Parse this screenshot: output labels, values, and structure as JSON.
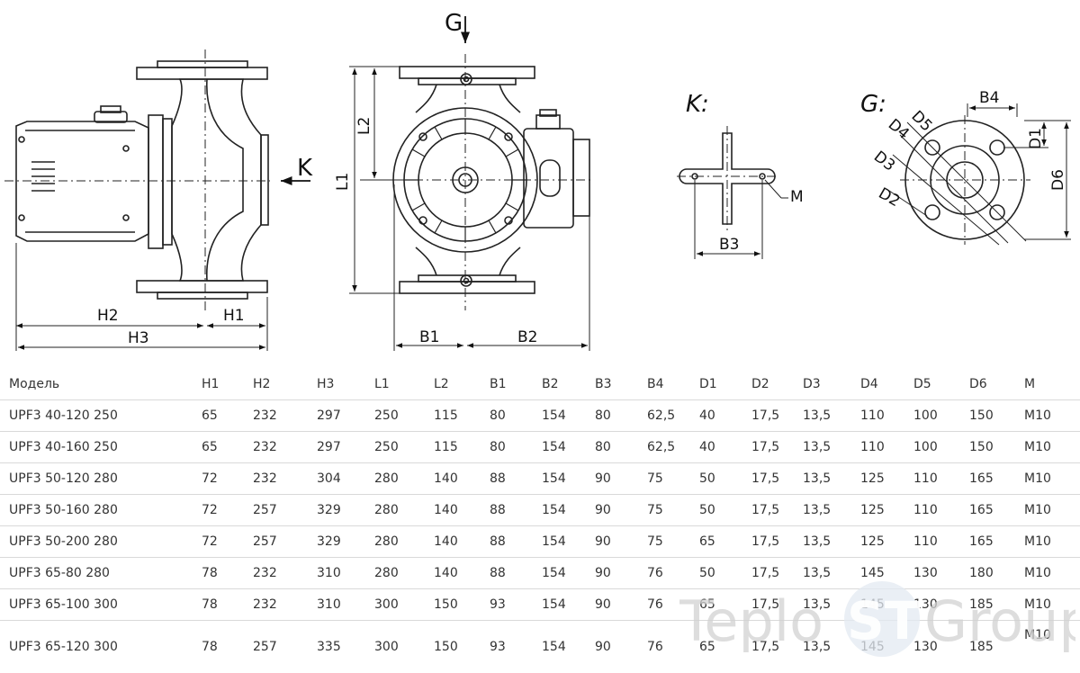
{
  "drawing": {
    "side_view": {
      "labels": {
        "h1": "H1",
        "h2": "H2",
        "h3": "H3",
        "k_arrow": "K"
      }
    },
    "front_view": {
      "labels": {
        "g_arrow": "G",
        "l1": "L1",
        "l2": "L2",
        "b1": "B1",
        "b2": "B2"
      }
    },
    "detail_k": {
      "title": "K:",
      "labels": {
        "b3": "B3",
        "m": "M"
      }
    },
    "detail_g": {
      "title": "G:",
      "labels": {
        "b4": "B4",
        "d1": "D1",
        "d2": "D2",
        "d3": "D3",
        "d4": "D4",
        "d5": "D5",
        "d6": "D6"
      }
    }
  },
  "table": {
    "headers": [
      "Модель",
      "H1",
      "H2",
      "H3",
      "L1",
      "L2",
      "B1",
      "B2",
      "B3",
      "B4",
      "D1",
      "D2",
      "D3",
      "D4",
      "D5",
      "D6",
      "M"
    ],
    "rows": [
      [
        "UPF3 40-120 250",
        "65",
        "232",
        "297",
        "250",
        "115",
        "80",
        "154",
        "80",
        "62,5",
        "40",
        "17,5",
        "13,5",
        "110",
        "100",
        "150",
        "M10"
      ],
      [
        "UPF3 40-160 250",
        "65",
        "232",
        "297",
        "250",
        "115",
        "80",
        "154",
        "80",
        "62,5",
        "40",
        "17,5",
        "13,5",
        "110",
        "100",
        "150",
        "M10"
      ],
      [
        "UPF3 50-120 280",
        "72",
        "232",
        "304",
        "280",
        "140",
        "88",
        "154",
        "90",
        "75",
        "50",
        "17,5",
        "13,5",
        "125",
        "110",
        "165",
        "M10"
      ],
      [
        "UPF3 50-160 280",
        "72",
        "257",
        "329",
        "280",
        "140",
        "88",
        "154",
        "90",
        "75",
        "50",
        "17,5",
        "13,5",
        "125",
        "110",
        "165",
        "M10"
      ],
      [
        "UPF3 50-200 280",
        "72",
        "257",
        "329",
        "280",
        "140",
        "88",
        "154",
        "90",
        "75",
        "65",
        "17,5",
        "13,5",
        "125",
        "110",
        "165",
        "M10"
      ],
      [
        "UPF3 65-80 280",
        "78",
        "232",
        "310",
        "280",
        "140",
        "88",
        "154",
        "90",
        "76",
        "50",
        "17,5",
        "13,5",
        "145",
        "130",
        "180",
        "M10"
      ],
      [
        "UPF3 65-100 300",
        "78",
        "232",
        "310",
        "300",
        "150",
        "93",
        "154",
        "90",
        "76",
        "65",
        "17,5",
        "13,5",
        "145",
        "130",
        "185",
        "M10"
      ],
      [
        "UPF3 65-120 300",
        "78",
        "257",
        "335",
        "300",
        "150",
        "93",
        "154",
        "90",
        "76",
        "65",
        "17,5",
        "13,5",
        "145",
        "130",
        "185",
        "M10"
      ]
    ]
  },
  "watermark": {
    "text_left": "Teplo",
    "text_logo": "ST",
    "text_right": "Group"
  }
}
